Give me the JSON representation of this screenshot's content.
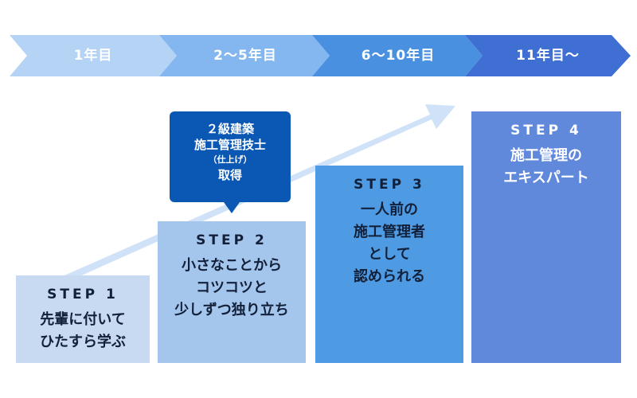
{
  "timeline": {
    "phases": [
      {
        "label": "1年目",
        "color": "#b5d3f5"
      },
      {
        "label": "2〜5年目",
        "color": "#84b7ef"
      },
      {
        "label": "6〜10年目",
        "color": "#4a90e0"
      },
      {
        "label": "11年目〜",
        "color": "#3f6fd2"
      }
    ]
  },
  "callout": {
    "line1": "２級建築",
    "line2": "施工管理技士",
    "line3": "（仕上げ）",
    "line4": "取得"
  },
  "steps": [
    {
      "title": "STEP 1",
      "description": "先輩に付いて\nひたすら学ぶ"
    },
    {
      "title": "STEP 2",
      "description": "小さなことから\nコツコツと\n少しずつ独り立ち"
    },
    {
      "title": "STEP 3",
      "description": "一人前の\n施工管理者\nとして\n認められる"
    },
    {
      "title": "STEP 4",
      "description": "施工管理の\nエキスパート"
    }
  ],
  "colors": {
    "arrow": "#cfe2f8",
    "callout": "#0a58b4"
  }
}
